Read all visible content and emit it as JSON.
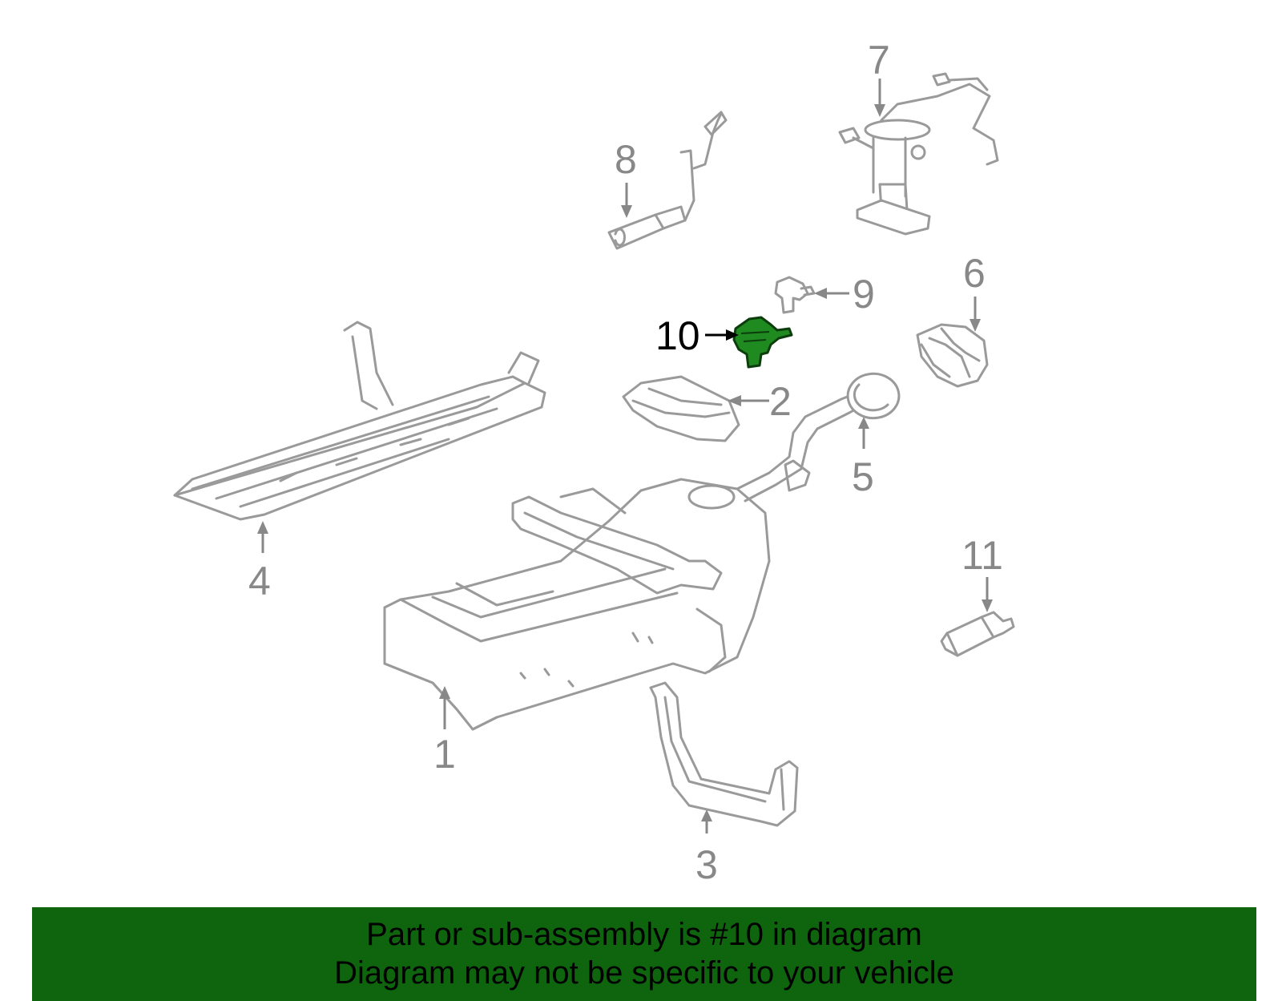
{
  "diagram": {
    "callouts": [
      {
        "id": "1",
        "label": "1"
      },
      {
        "id": "2",
        "label": "2"
      },
      {
        "id": "3",
        "label": "3"
      },
      {
        "id": "4",
        "label": "4"
      },
      {
        "id": "5",
        "label": "5"
      },
      {
        "id": "6",
        "label": "6"
      },
      {
        "id": "7",
        "label": "7"
      },
      {
        "id": "8",
        "label": "8"
      },
      {
        "id": "9",
        "label": "9"
      },
      {
        "id": "10",
        "label": "10",
        "highlighted": true
      },
      {
        "id": "11",
        "label": "11"
      }
    ],
    "highlight_color": "#1f8a1f",
    "part_color": "#9a9a9a"
  },
  "banner": {
    "line1": "Part or sub-assembly is #10 in diagram",
    "line2": "Diagram may not be specific to your vehicle",
    "background": "#0e650e"
  }
}
